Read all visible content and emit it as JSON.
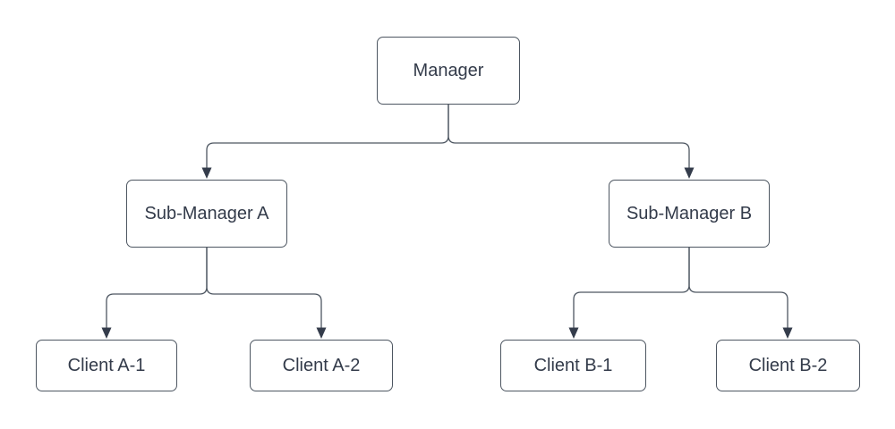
{
  "diagram": {
    "type": "org-chart",
    "nodes": {
      "manager": {
        "label": "Manager",
        "level": 1
      },
      "sub_a": {
        "label": "Sub-Manager A",
        "level": 2
      },
      "sub_b": {
        "label": "Sub-Manager B",
        "level": 2
      },
      "client_a1": {
        "label": "Client A-1",
        "level": 3
      },
      "client_a2": {
        "label": "Client A-2",
        "level": 3
      },
      "client_b1": {
        "label": "Client B-1",
        "level": 3
      },
      "client_b2": {
        "label": "Client B-2",
        "level": 3
      }
    },
    "edges": [
      {
        "from": "Manager",
        "to": "Sub-Manager A",
        "arrow": "target"
      },
      {
        "from": "Manager",
        "to": "Sub-Manager B",
        "arrow": "target"
      },
      {
        "from": "Sub-Manager A",
        "to": "Client A-1",
        "arrow": "target"
      },
      {
        "from": "Sub-Manager A",
        "to": "Client A-2",
        "arrow": "target"
      },
      {
        "from": "Sub-Manager B",
        "to": "Client B-1",
        "arrow": "target"
      },
      {
        "from": "Sub-Manager B",
        "to": "Client B-2",
        "arrow": "target"
      }
    ],
    "colors": {
      "background": "#ffffff",
      "node_fill": "#ffffff",
      "stroke": "#4d5661",
      "arrowhead": "#343c4b",
      "text": "#333b4a"
    }
  }
}
